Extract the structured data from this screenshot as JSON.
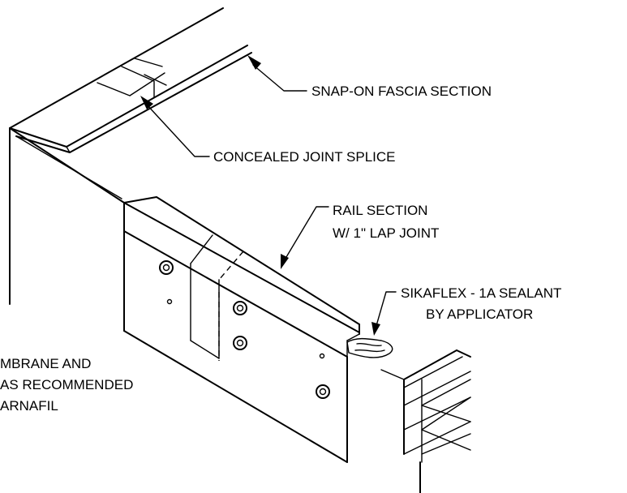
{
  "callouts": {
    "snap_on_fascia": "SNAP-ON FASCIA SECTION",
    "concealed_joint": "CONCEALED JOINT SPLICE",
    "rail_section_line1": "RAIL SECTION",
    "rail_section_line2": "W/ 1\" LAP JOINT",
    "sealant_line1": "SIKAFLEX - 1A SEALANT",
    "sealant_line2": "BY APPLICATOR",
    "membrane_line1": "MBRANE AND",
    "membrane_line2": "AS RECOMMENDED",
    "membrane_line3": "ARNAFIL"
  },
  "colors": {
    "ink": "#000000",
    "paper": "#ffffff"
  }
}
